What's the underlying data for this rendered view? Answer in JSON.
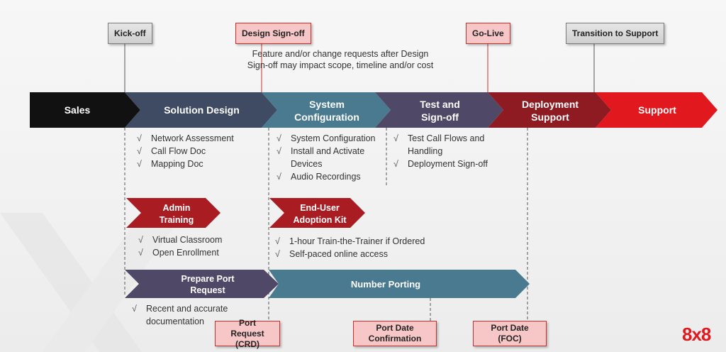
{
  "phases": [
    {
      "label": "Sales",
      "color": "#111111"
    },
    {
      "label": "Solution Design",
      "color": "#3f4a63"
    },
    {
      "label": "System Configuration",
      "color": "#4a7a90"
    },
    {
      "label": "Test and Sign-off",
      "color": "#4f4866"
    },
    {
      "label": "Deployment Support",
      "color": "#8e1b22"
    },
    {
      "label": "Support",
      "color": "#e1191e"
    }
  ],
  "milestones": {
    "kickoff": "Kick-off",
    "design_signoff": "Design Sign-off",
    "go_live": "Go-Live",
    "transition": "Transition to Support",
    "port_request": "Port Request (CRD)",
    "port_date_confirmation": "Port Date Confirmation",
    "port_date_foc": "Port Date (FOC)"
  },
  "note": "Feature and/or change requests after Design Sign-off may impact scope, timeline and/or cost",
  "checkmark": "√",
  "lists": {
    "solution_design": [
      "Network Assessment",
      "Call Flow Doc",
      "Mapping Doc"
    ],
    "system_config": [
      "System Configuration",
      "Install and Activate Devices",
      "Audio Recordings"
    ],
    "test_signoff": [
      "Test Call Flows and Handling",
      "Deployment Sign-off"
    ],
    "admin_training": [
      "Virtual Classroom",
      "Open Enrollment"
    ],
    "enduser_kit": [
      "1-hour Train-the-Trainer if Ordered",
      "Self-paced online access"
    ],
    "prepare_port": [
      "Recent and accurate documentation"
    ]
  },
  "training": {
    "admin": "Admin Training",
    "enduser": "End-User Adoption Kit",
    "color": "#a81c22"
  },
  "porting": {
    "prepare": "Prepare Port Request",
    "prepare_color": "#4f4866",
    "number": "Number Porting",
    "number_color": "#4a7a90"
  },
  "logo": "8x8"
}
